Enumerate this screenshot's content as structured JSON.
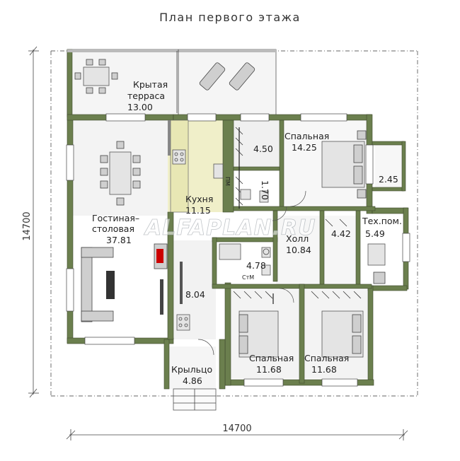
{
  "title": "План первого этажа",
  "watermark": "ALFAPLAN.RU",
  "dimensions": {
    "bottom_width": "14700",
    "left_height": "14700"
  },
  "rooms": {
    "terrace": {
      "name_line1": "Крытая",
      "name_line2": "терраса",
      "area": "13.00"
    },
    "kitchen": {
      "name": "Кухня",
      "area": "11.15"
    },
    "living": {
      "name_line1": "Гостиная–",
      "name_line2": "столовая",
      "area": "37.81"
    },
    "bedroom_main": {
      "name": "Спальная",
      "area": "14.25"
    },
    "dressing": {
      "area": "4.50"
    },
    "wc_small": {
      "area": "1.70"
    },
    "closet": {
      "area": "2.45"
    },
    "storage": {
      "area": "4.42"
    },
    "tech": {
      "name": "Тех.пом.",
      "area": "5.49"
    },
    "hall": {
      "name": "Холл",
      "area": "10.84"
    },
    "bathroom": {
      "area": "4.78"
    },
    "corridor": {
      "area": "8.04"
    },
    "porch": {
      "name": "Крыльцо",
      "area": "4.86"
    },
    "bedroom_2": {
      "name": "Спальная",
      "area": "11.68"
    },
    "bedroom_3": {
      "name": "Спальная",
      "area": "11.68"
    }
  },
  "fixture_labels": {
    "washer": "ПМ",
    "washer2": "СтМ"
  }
}
